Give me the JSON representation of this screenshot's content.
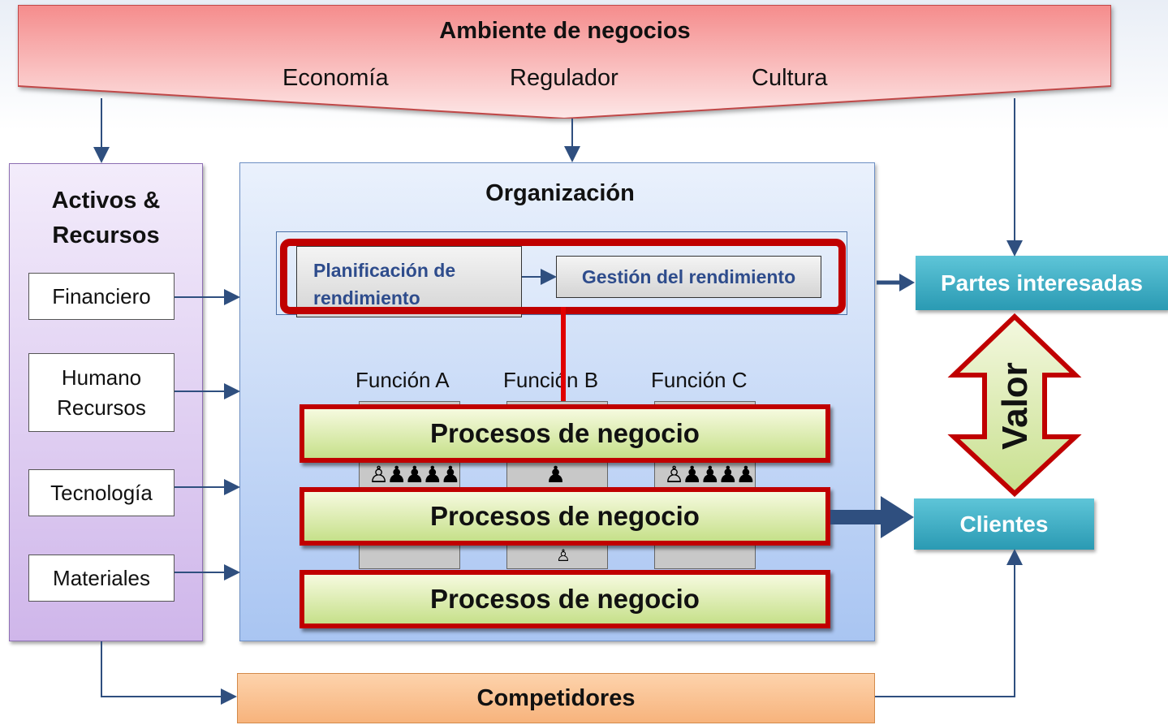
{
  "environment": {
    "title": "Ambiente de negocios",
    "items": [
      "Economía",
      "Regulador",
      "Cultura"
    ]
  },
  "assets": {
    "title_line1": "Activos &",
    "title_line2": "Recursos",
    "items": [
      "Financiero",
      "Humano",
      "Recursos",
      "Tecnología",
      "Materiales"
    ]
  },
  "organization": {
    "title": "Organización",
    "planning_line1": "Planificación de",
    "planning_line2": "rendimiento",
    "management": "Gestión del rendimiento",
    "functions": [
      "Función A",
      "Función B",
      "Función C"
    ],
    "processes": [
      "Procesos de negocio",
      "Procesos de negocio",
      "Procesos de negocio"
    ]
  },
  "outputs": {
    "stakeholders": "Partes interesadas",
    "value": "Valor",
    "customers": "Clientes",
    "competitors": "Competidores"
  },
  "colors": {
    "environment_fill": "#f9b8b8",
    "process_border": "#c00000",
    "teal": "#31a5bd",
    "arrow": "#2f4f7f"
  }
}
